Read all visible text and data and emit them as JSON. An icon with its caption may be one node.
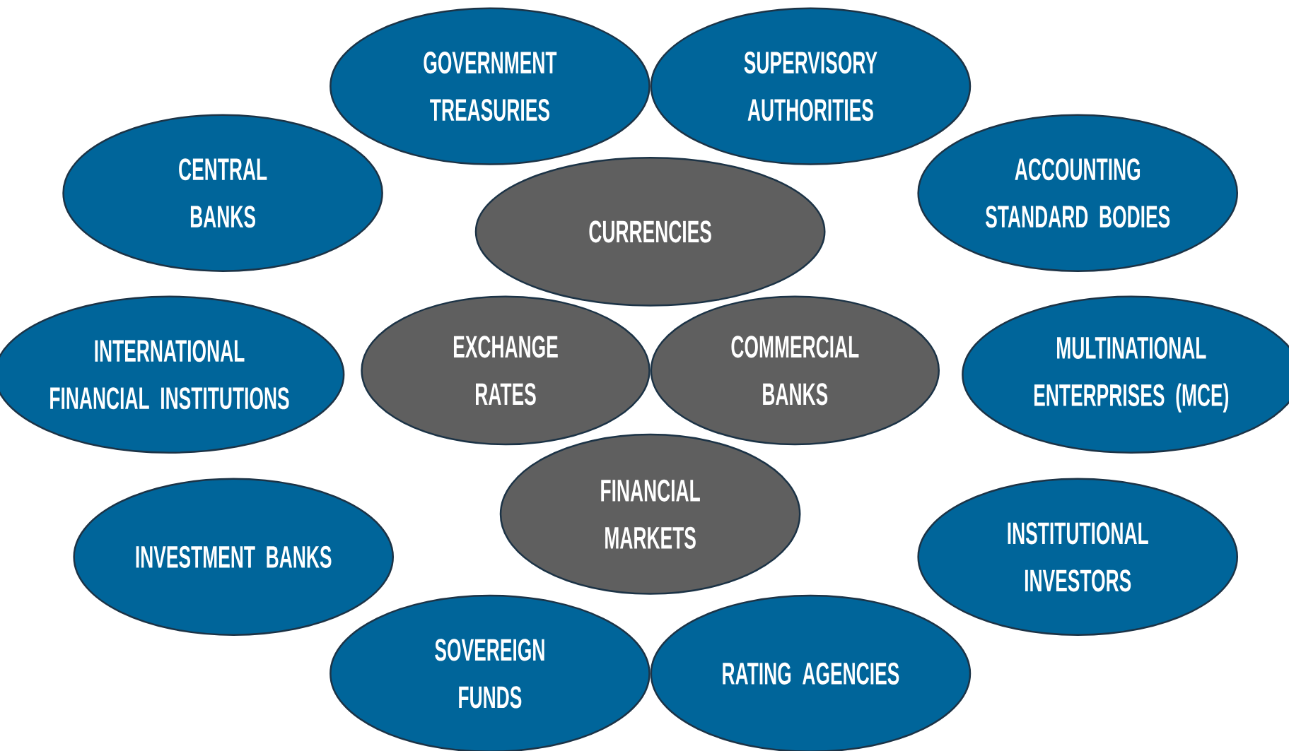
{
  "diagram": {
    "nodes": [
      {
        "text": [
          "GOVERNMENT TREASURIES"
        ]
      },
      {
        "text": [
          "SUPERVISORY AUTHORITIES"
        ]
      },
      {
        "text": [
          "CENTRAL BANKS"
        ]
      },
      {
        "text": [
          "ACCOUNTING STANDARD BODIES"
        ]
      },
      {
        "text": [
          "CURRENCIES"
        ]
      },
      {
        "text": [
          "INTERNATIONAL FINANCIAL INSTITUTIONS"
        ]
      },
      {
        "text": [
          "EXCHANGE RATES"
        ]
      },
      {
        "text": [
          "COMMERCIAL BANKS"
        ]
      },
      {
        "text": [
          "MULTINATIONAL ENTERPRISES (MCE)"
        ]
      },
      {
        "text": [
          "FINANCIAL MARKETS"
        ]
      },
      {
        "text": [
          "INVESTMENT BANKS"
        ]
      },
      {
        "text": [
          "INSTITUTIONAL INVESTORS"
        ]
      },
      {
        "text": [
          "SOVEREIGN FUNDS"
        ]
      },
      {
        "text": [
          "RATING AGENCIES"
        ]
      }
    ]
  }
}
